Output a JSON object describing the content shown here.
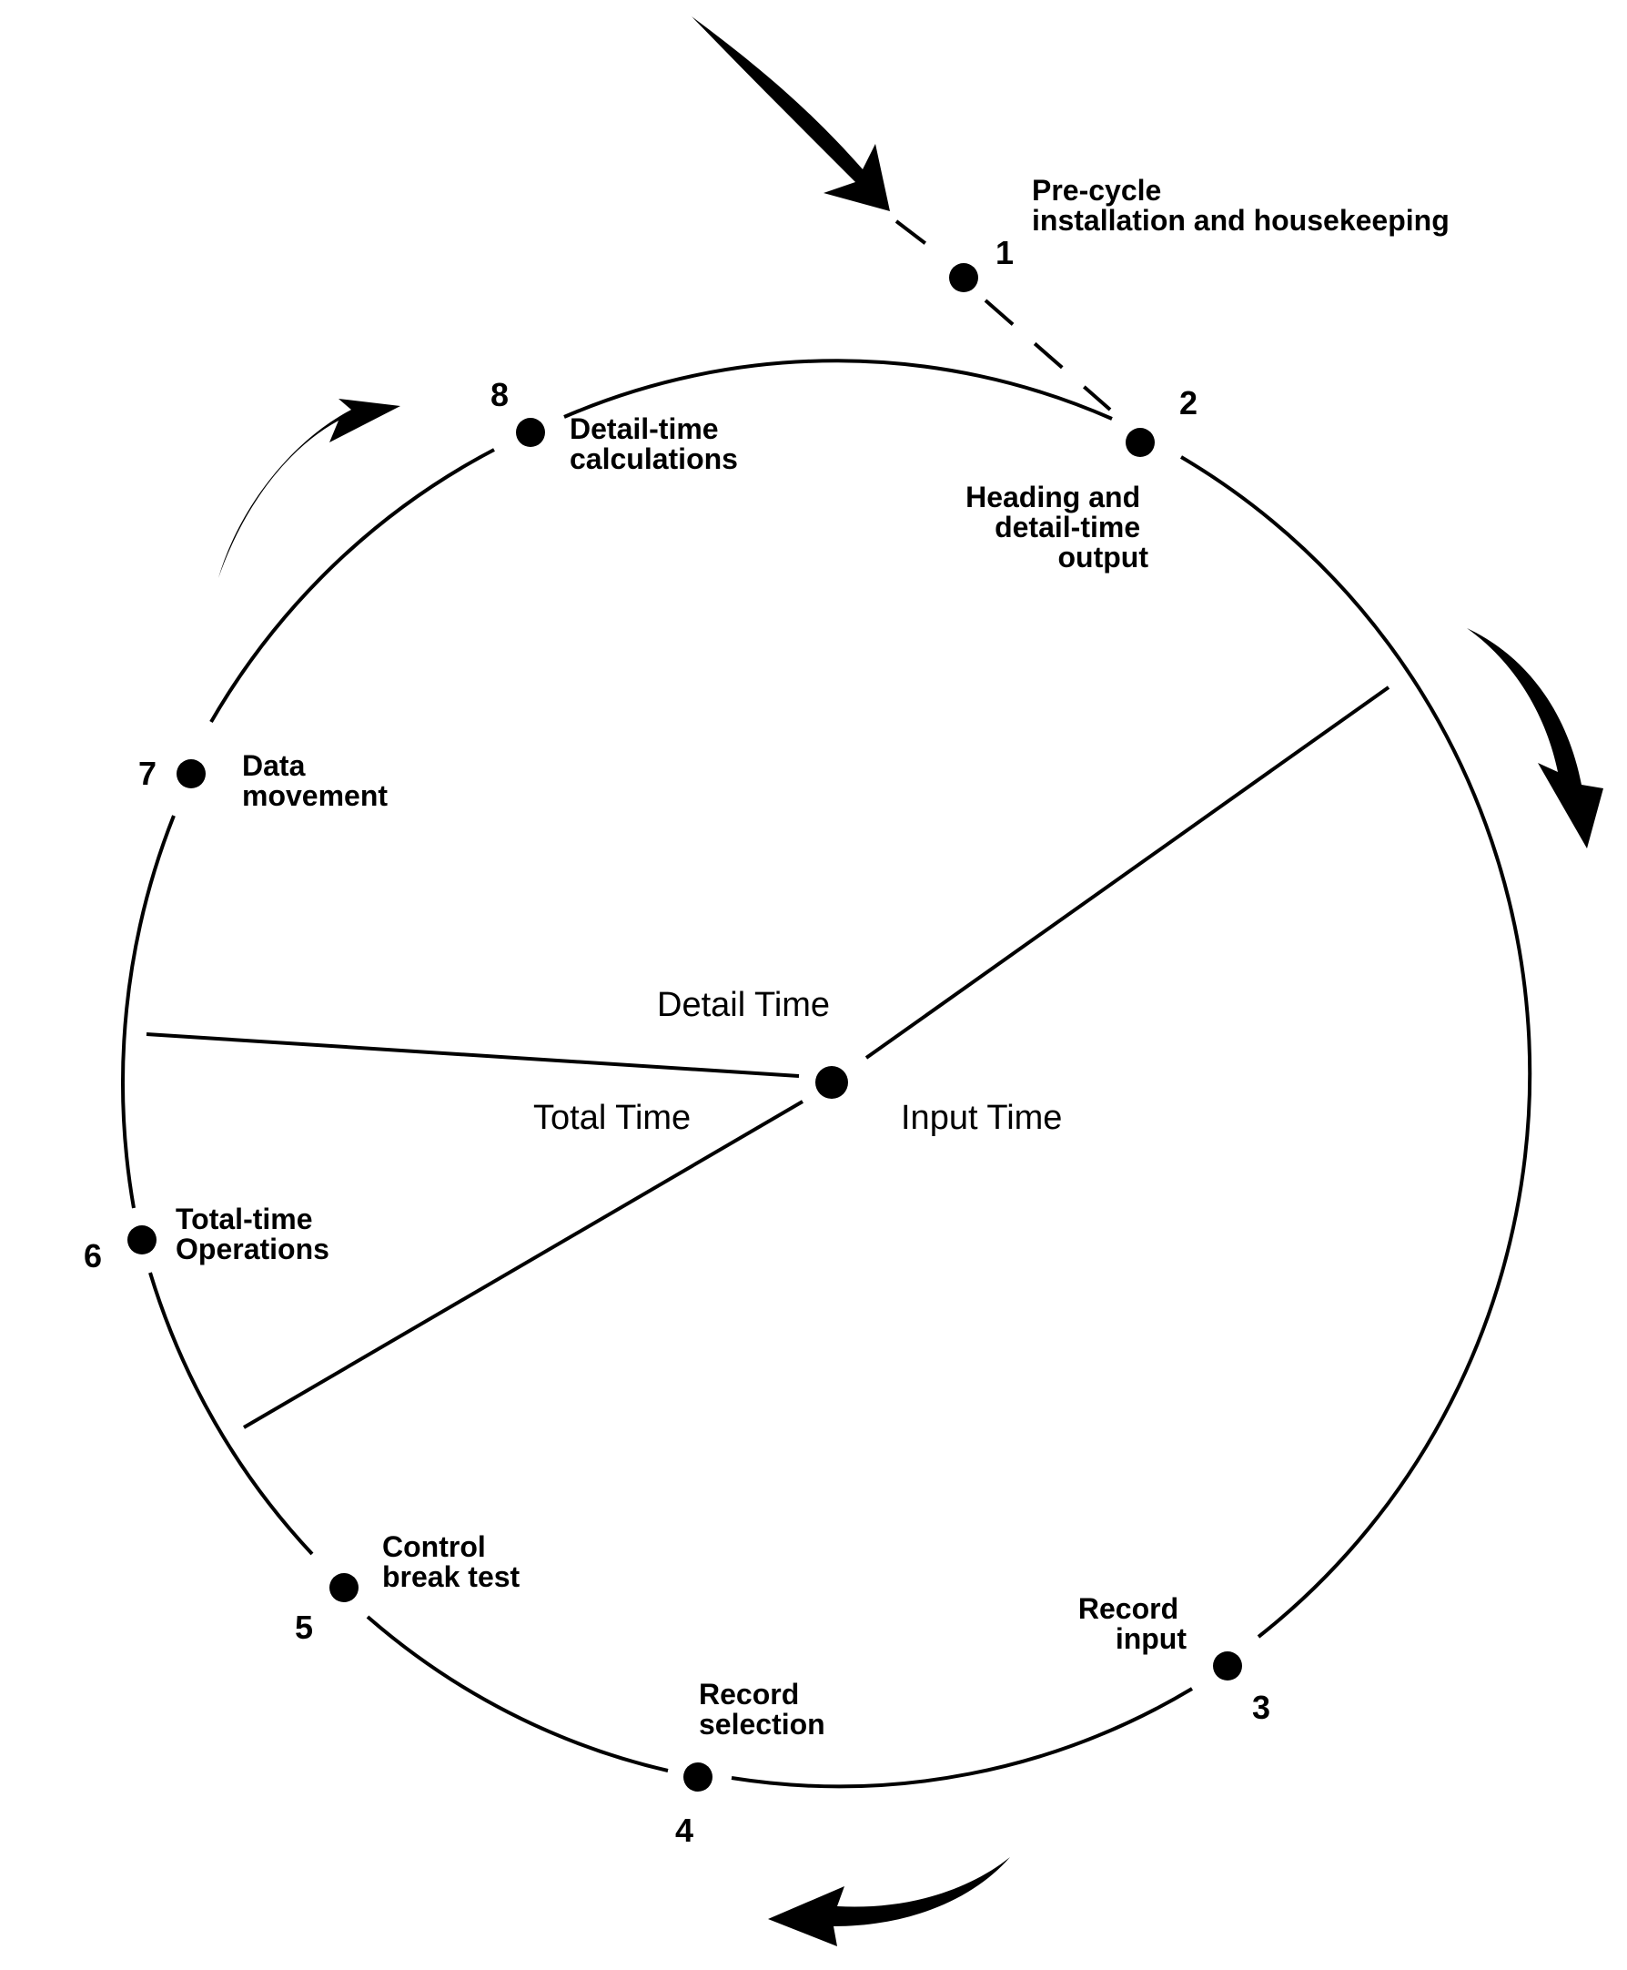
{
  "steps": [
    {
      "num": "1",
      "lines": [
        "Pre-cycle",
        "installation and housekeeping"
      ]
    },
    {
      "num": "2",
      "lines": [
        "Heading and",
        "detail-time",
        "output"
      ]
    },
    {
      "num": "3",
      "lines": [
        "Record",
        "input"
      ]
    },
    {
      "num": "4",
      "lines": [
        "Record",
        "selection"
      ]
    },
    {
      "num": "5",
      "lines": [
        "Control",
        "break test"
      ]
    },
    {
      "num": "6",
      "lines": [
        "Total-time",
        "Operations"
      ]
    },
    {
      "num": "7",
      "lines": [
        "Data",
        "movement"
      ]
    },
    {
      "num": "8",
      "lines": [
        "Detail-time",
        "calculations"
      ]
    }
  ],
  "center": {
    "detail_time": "Detail Time",
    "total_time": "Total Time",
    "input_time": "Input Time"
  },
  "colors": {
    "ink": "#000000",
    "background": "#ffffff"
  }
}
